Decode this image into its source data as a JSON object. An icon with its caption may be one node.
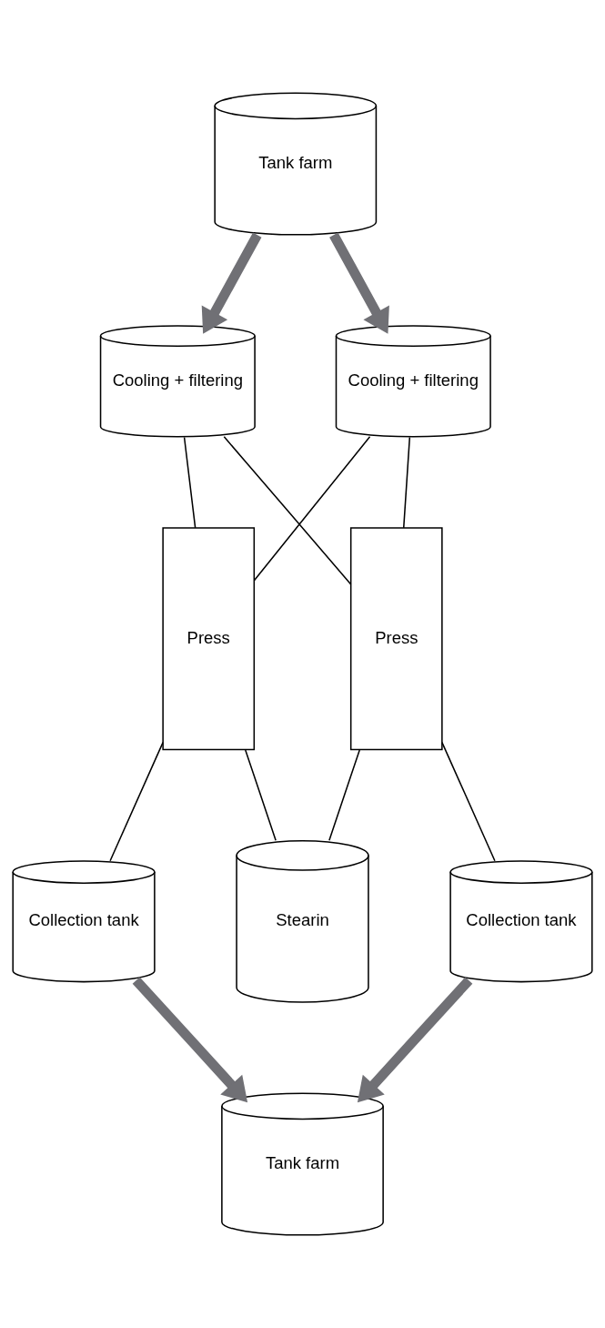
{
  "diagram": {
    "nodes": [
      {
        "text": [
          "Tank farm"
        ]
      },
      {
        "text": [
          "Cooling + filtering"
        ]
      },
      {
        "text": [
          "Cooling + filtering"
        ]
      },
      {
        "text": [
          "Press"
        ]
      },
      {
        "text": [
          "Press"
        ]
      },
      {
        "text": [
          "Stearin"
        ]
      },
      {
        "text": [
          "Collection tank"
        ]
      },
      {
        "text": [
          "Collection tank"
        ]
      },
      {
        "text": [
          "Tank farm"
        ]
      }
    ],
    "edges": [
      {
        "from": 0,
        "to": 1,
        "arrow": "to",
        "style": "thick",
        "color": "#707075"
      },
      {
        "from": 0,
        "to": 2,
        "arrow": "to",
        "style": "thick",
        "color": "#707075"
      },
      {
        "from": 1,
        "to": 3,
        "arrow": "none"
      },
      {
        "from": 1,
        "to": 4,
        "arrow": "none"
      },
      {
        "from": 2,
        "to": 3,
        "arrow": "none"
      },
      {
        "from": 2,
        "to": 4,
        "arrow": "none"
      },
      {
        "from": 3,
        "to": 5,
        "arrow": "none"
      },
      {
        "from": 4,
        "to": 5,
        "arrow": "none"
      },
      {
        "from": 3,
        "to": 6,
        "arrow": "none"
      },
      {
        "from": 4,
        "to": 7,
        "arrow": "none"
      },
      {
        "from": 6,
        "to": 8,
        "arrow": "to",
        "style": "thick",
        "color": "#707075"
      },
      {
        "from": 7,
        "to": 8,
        "arrow": "to",
        "style": "thick",
        "color": "#707075"
      }
    ]
  }
}
